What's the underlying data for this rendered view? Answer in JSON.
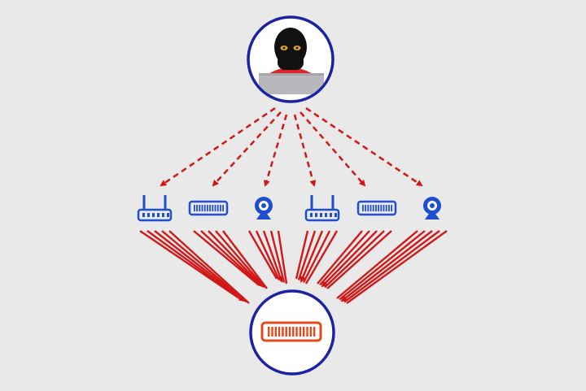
{
  "colors": {
    "background": "#e9e9e9",
    "circle_stroke": "#1c23a0",
    "arrow": "#d01818",
    "device_blue": "#1f4fd0",
    "victim_orange": "#e24a1c",
    "hacker_shirt": "#d8262a",
    "laptop": "#b8b8bc"
  },
  "attacker": {
    "icon": "hacker-icon"
  },
  "devices": [
    {
      "type": "router",
      "icon": "router-icon"
    },
    {
      "type": "switch",
      "icon": "network-switch-icon"
    },
    {
      "type": "camera",
      "icon": "webcam-icon"
    },
    {
      "type": "router",
      "icon": "router-icon"
    },
    {
      "type": "switch",
      "icon": "network-switch-icon"
    },
    {
      "type": "camera",
      "icon": "webcam-icon"
    }
  ],
  "target": {
    "icon": "server-icon"
  },
  "attack_arrows_per_device": 5
}
